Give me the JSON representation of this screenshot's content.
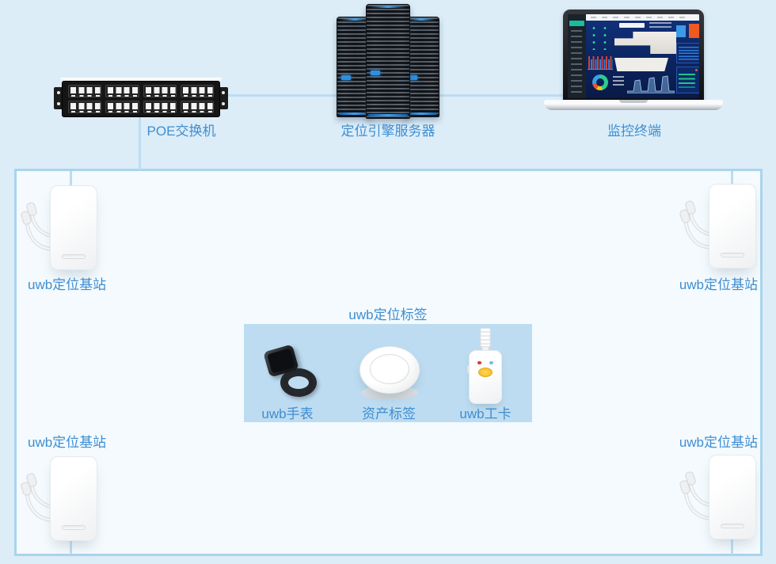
{
  "colors": {
    "page_bg": "#dcedf8",
    "area_bg": "#f4fafd",
    "area_border": "#a9d4ee",
    "link_line": "#bcddf1",
    "label_text": "#3e8ed2",
    "tagbox_bg": "#bddcf1",
    "dashboard_accent_teal": "#1abc9c",
    "dashboard_bar_red": "#cf4436",
    "dashboard_bar_blue": "#3a78d6",
    "dashboard_block_orange": "#f05a1e",
    "dashboard_block_blue": "#3d9ae6"
  },
  "top_row": {
    "poe_switch": {
      "label": "POE交换机"
    },
    "server": {
      "label": "定位引擎服务器"
    },
    "monitor": {
      "label": "监控终端"
    }
  },
  "area": {
    "stations": [
      {
        "position": "top-left",
        "label": "uwb定位基站"
      },
      {
        "position": "top-right",
        "label": "uwb定位基站"
      },
      {
        "position": "bottom-left",
        "label": "uwb定位基站"
      },
      {
        "position": "bottom-right",
        "label": "uwb定位基站"
      }
    ],
    "tag_box": {
      "title": "uwb定位标签",
      "items": [
        {
          "name": "uwb-watch",
          "label": "uwb手表"
        },
        {
          "name": "asset-tag",
          "label": "资产标签"
        },
        {
          "name": "uwb-badge",
          "label": "uwb工卡"
        }
      ]
    }
  }
}
